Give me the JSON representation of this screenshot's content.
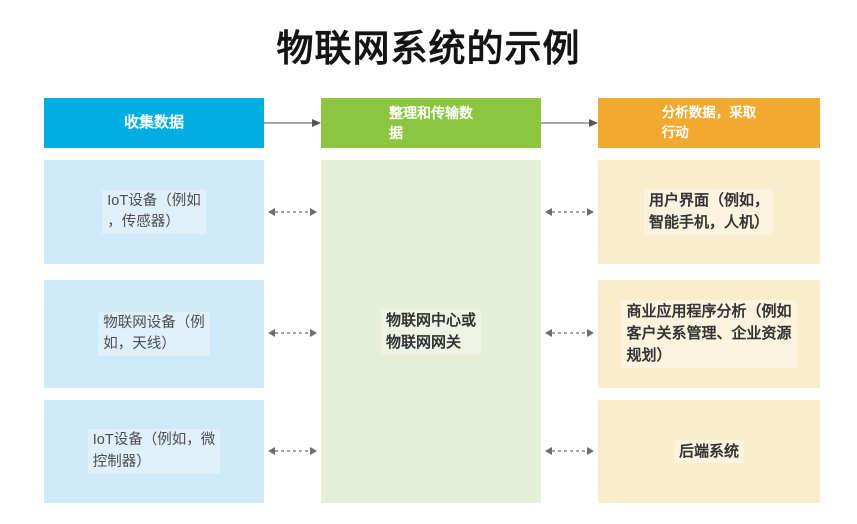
{
  "title": "物联网系统的示例",
  "colors": {
    "blue": "#00aee4",
    "green": "#8cc540",
    "orange": "#f2a930",
    "lightBlue": "#cee9f7",
    "lightGreen": "#e5efd7",
    "cream": "#faedce",
    "arrowGray": "#8c8c8c",
    "dashGray": "#6e6e6e"
  },
  "columns": [
    {
      "id": "collect-data",
      "header": "收集数据",
      "items": [
        "IoT设备（例如\n，传感器）",
        "物联网设备（例\n如，天线）",
        "IoT设备（例如，微\n控制器）"
      ]
    },
    {
      "id": "organize-transmit-data",
      "header": "整理和传输数\n据",
      "items": [
        "物联网中心或\n物联网网关"
      ]
    },
    {
      "id": "analyze-data-act",
      "header": "分析数据，采取\n行动",
      "items": [
        "用户界面（例如，\n智能手机，人机）",
        "商业应用程序分析（例如\n客户关系管理、企业资源\n规划）",
        "后端系统"
      ]
    }
  ]
}
